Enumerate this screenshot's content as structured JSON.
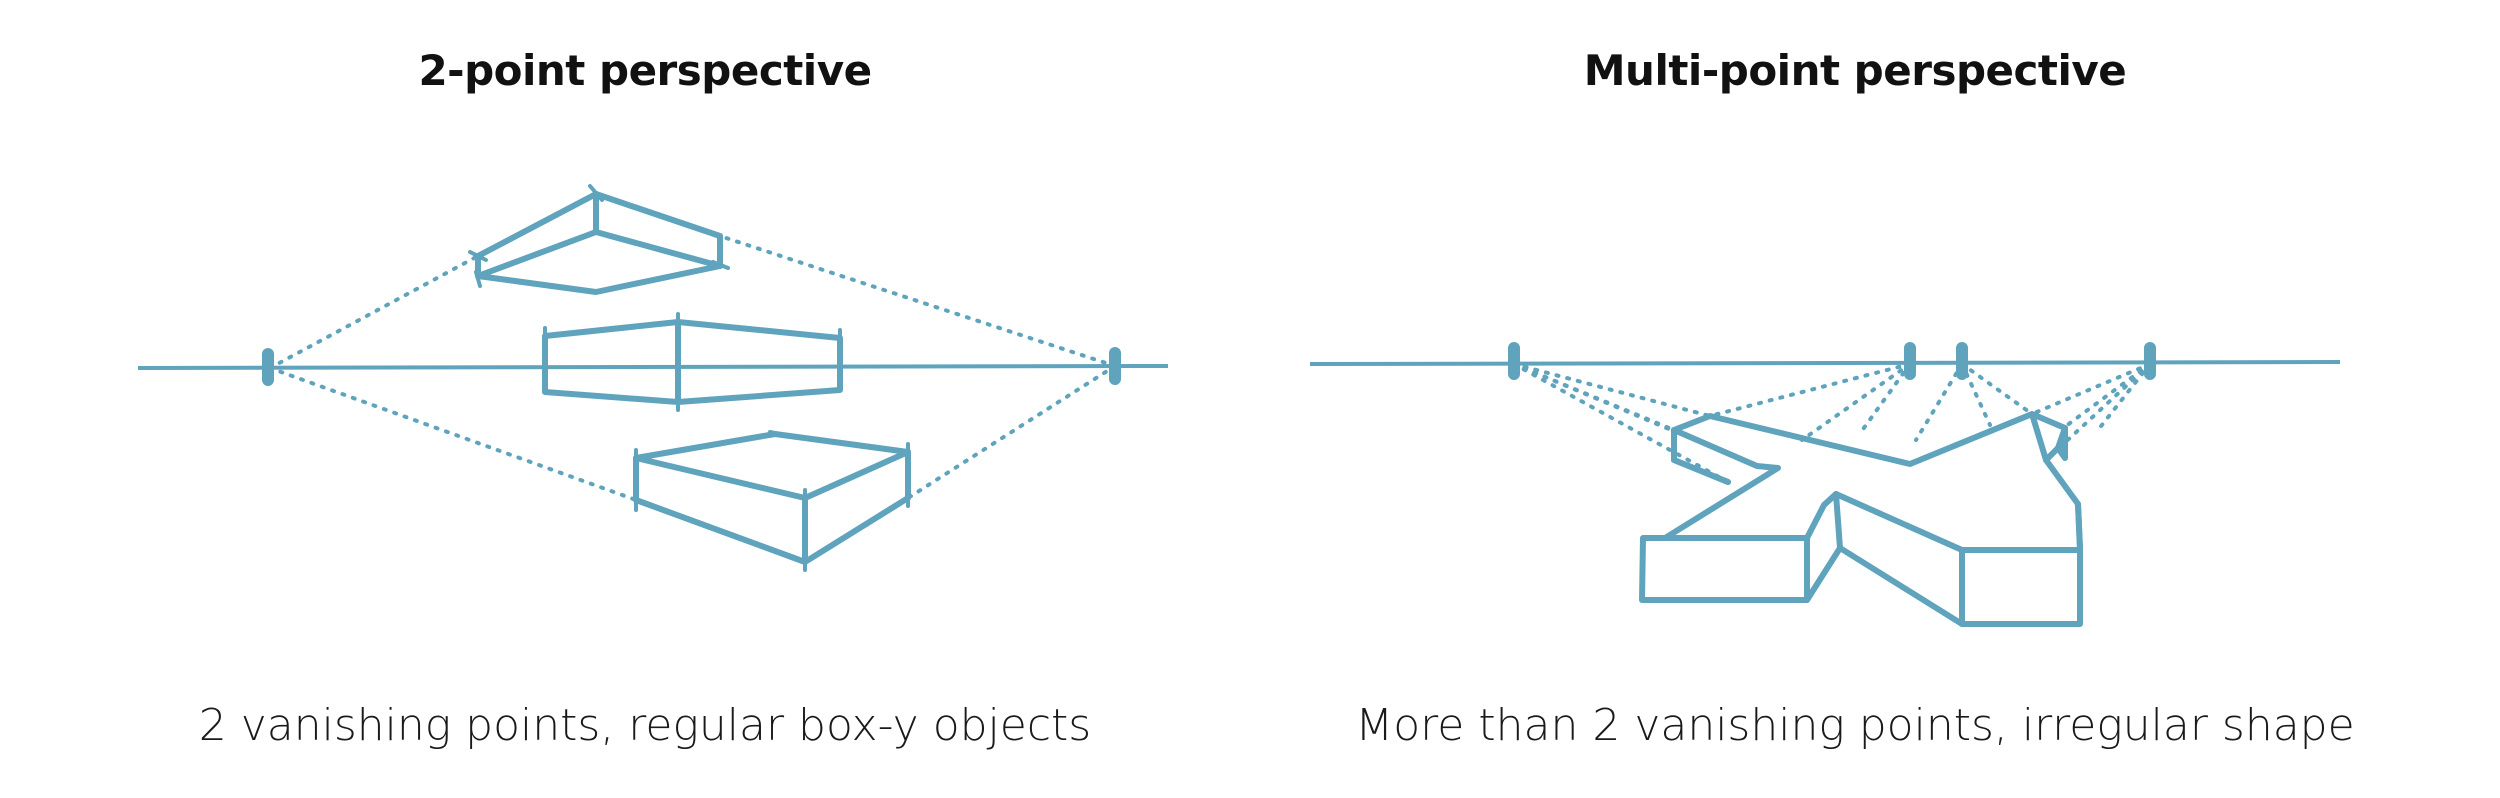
{
  "colors": {
    "line": "#5fa3bd",
    "text": "#111111",
    "background": "#ffffff"
  },
  "panels": [
    {
      "title": "2-point perspective",
      "caption": "2 vanishing points, regular box-y objects"
    },
    {
      "title": "Multi-point perspective",
      "caption": "More than 2 vanishing points, irregular shape"
    }
  ]
}
